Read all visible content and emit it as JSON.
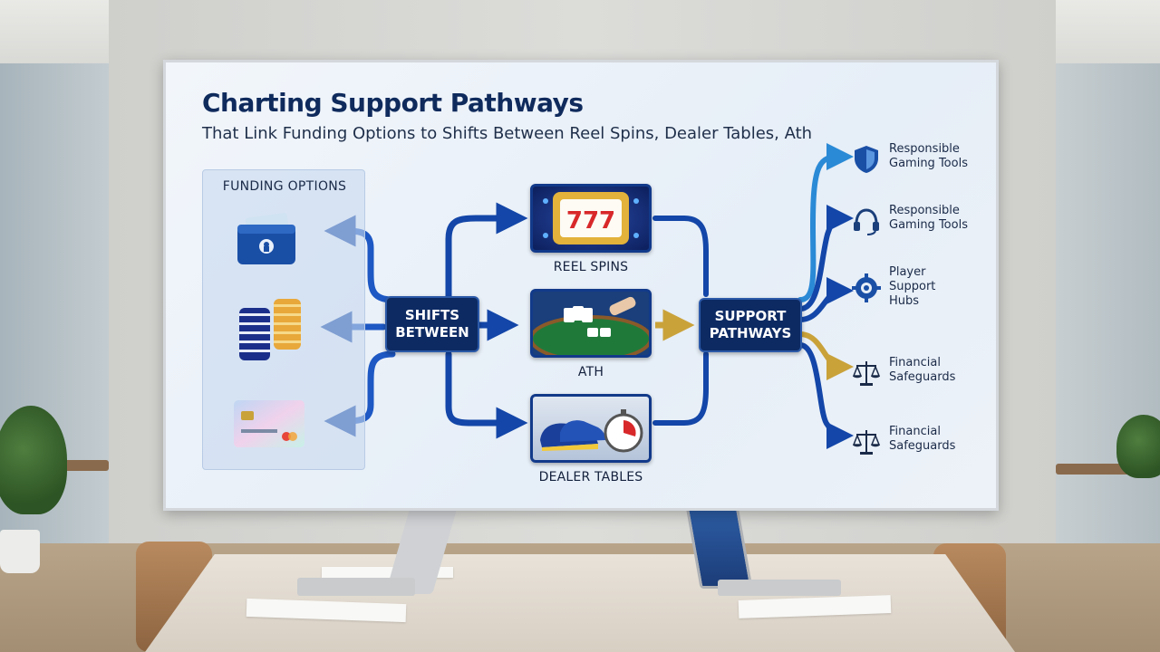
{
  "diagram": {
    "title": "Charting Support Pathways",
    "subtitle": "That Link Funding Options to Shifts Between Reel Spins, Dealer Tables, Ath",
    "funding_panel": {
      "label": "FUNDING OPTIONS",
      "items": [
        {
          "icon": "wallet-icon"
        },
        {
          "icon": "casino-chips-icon"
        },
        {
          "icon": "credit-card-icon"
        }
      ]
    },
    "shifts_node": {
      "line1": "SHIFTS",
      "line2": "BETWEEN"
    },
    "games": [
      {
        "label": "REEL SPINS",
        "icon": "slot-machine-icon"
      },
      {
        "label": "ATH",
        "icon": "card-table-icon"
      },
      {
        "label": "DEALER TABLES",
        "icon": "sneakers-stopwatch-icon"
      }
    ],
    "support_node": {
      "line1": "SUPPORT",
      "line2": "PATHWAYS"
    },
    "outcomes": [
      {
        "line1": "Responsible",
        "line2": "Gaming Tools",
        "line3": "",
        "icon": "shield-icon"
      },
      {
        "line1": "Responsible",
        "line2": "Gaming Tools",
        "line3": "",
        "icon": "headset-icon"
      },
      {
        "line1": "Player",
        "line2": "Support",
        "line3": "Hubs",
        "icon": "gear-icon"
      },
      {
        "line1": "Financial",
        "line2": "Safeguards",
        "line3": "",
        "icon": "scales-icon"
      },
      {
        "line1": "Financial",
        "line2": "Safeguards",
        "line3": "",
        "icon": "scales-icon"
      }
    ],
    "colors": {
      "navy": "#0d2a63",
      "blue_arrow": "#1d58c4",
      "light_blue_arrow": "#2a8ad6",
      "gold_arrow": "#c9a23a"
    }
  }
}
